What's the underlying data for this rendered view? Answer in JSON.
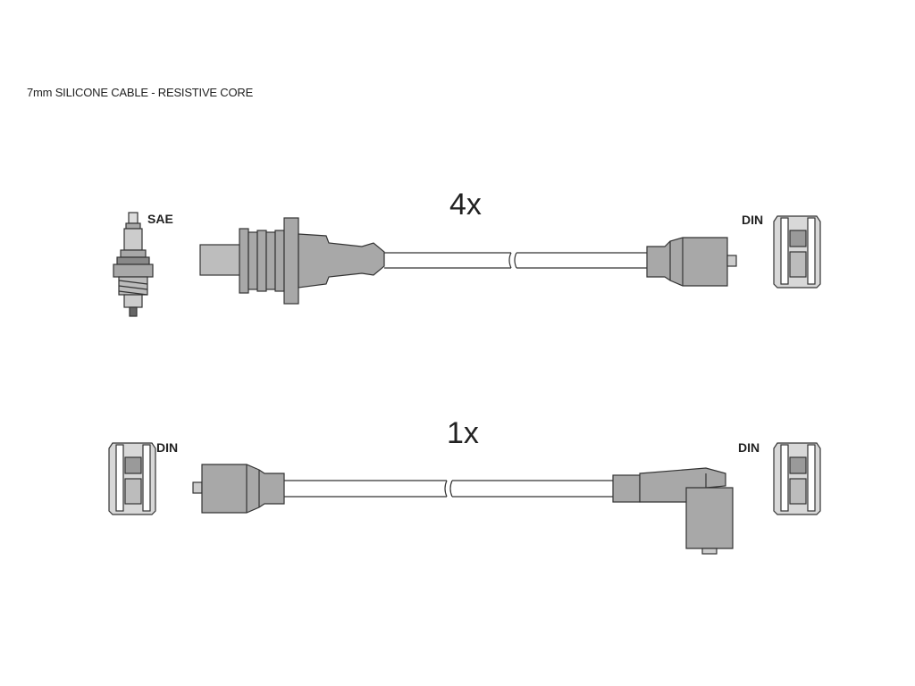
{
  "header": {
    "title": "7mm SILICONE CABLE - RESISTIVE CORE"
  },
  "row1": {
    "quantity": "4x",
    "left_label": "SAE",
    "right_label": "DIN"
  },
  "row2": {
    "quantity": "1x",
    "left_label": "DIN",
    "right_label": "DIN"
  },
  "colors": {
    "part_fill": "#a8a8a8",
    "line": "#333333",
    "background": "#ffffff"
  }
}
